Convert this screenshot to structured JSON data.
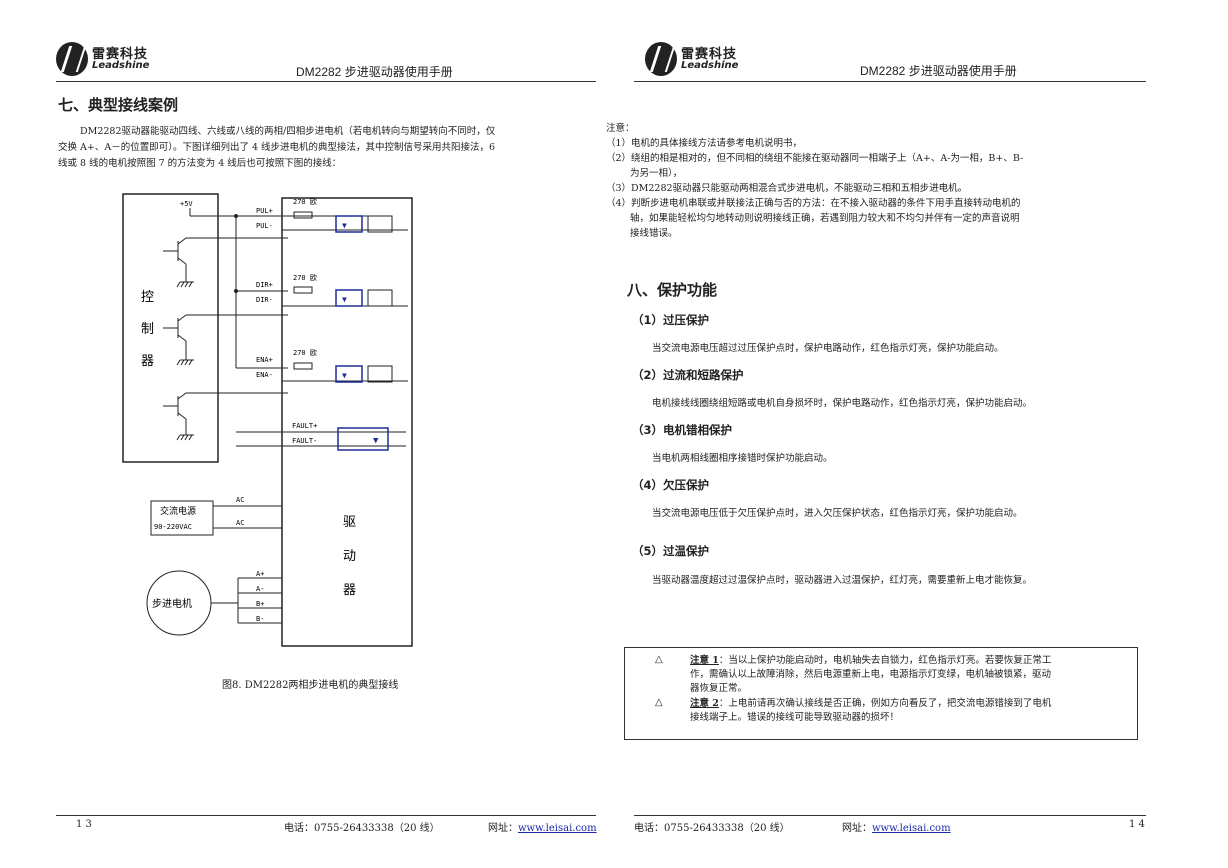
{
  "header": {
    "logo_cn": "雷赛科技",
    "logo_en": "Leadshine",
    "manual_title": "DM2282 步进驱动器使用手册"
  },
  "left": {
    "section_title": "七、典型接线案例",
    "intro_lines": [
      "DM2282驱动器能驱动四线、六线或八线的两相/四相步进电机（若电机转向与期望转向不同时，仅",
      "交换 A+、A－的位置即可）。下图详细列出了 4 线步进电机的典型接法，其中控制信号采用共阳接法，6",
      "线或 8 线的电机按照图 7 的方法变为 4 线后也可按照下图的接线："
    ],
    "diagram": {
      "vcc": "+5V",
      "controller": [
        "控",
        "制",
        "器"
      ],
      "signals": [
        "PUL+",
        "PUL-",
        "DIR+",
        "DIR-",
        "ENA+",
        "ENA-",
        "FAULT+",
        "FAULT-"
      ],
      "resistor": "270 欧",
      "power_box": [
        "交流电源",
        "90-220VAC"
      ],
      "ac": "AC",
      "driver": [
        "驱",
        "动",
        "器"
      ],
      "motor": "步进电机",
      "phases": [
        "A+",
        "A-",
        "B+",
        "B-"
      ]
    },
    "caption": "图8. DM2282两相步进电机的典型接线"
  },
  "right": {
    "notes_title": "注意：",
    "notes": [
      "（1）电机的具体接线方法请参考电机说明书，",
      "（2）绕组的相是相对的，但不同相的绕组不能接在驱动器同一相端子上（A+、A-为一相，B+、B-",
      "为另一相），",
      "（3）DM2282驱动器只能驱动两相混合式步进电机，不能驱动三相和五相步进电机。",
      "（4）判断步进电机串联或并联接法正确与否的方法：在不接入驱动器的条件下用手直接转动电机的",
      "轴，如果能轻松均匀地转动则说明接线正确，若遇到阻力较大和不均匀并伴有一定的声音说明",
      "接线错误。"
    ],
    "section_title": "八、保护功能",
    "items": [
      {
        "title": "（1）过压保护",
        "text": "当交流电源电压超过过压保护点时，保护电路动作，红色指示灯亮，保护功能启动。"
      },
      {
        "title": "（2）过流和短路保护",
        "text": "电机接线线圈绕组短路或电机自身损坏时，保护电路动作，红色指示灯亮，保护功能启动。"
      },
      {
        "title": "（3）电机错相保护",
        "text": "当电机两相线圈相序接错时保护功能启动。"
      },
      {
        "title": "（4）欠压保护",
        "text": "当交流电源电压低于欠压保护点时，进入欠压保护状态，红色指示灯亮，保护功能启动。"
      },
      {
        "title": "（5）过温保护",
        "text": "当驱动器温度超过过温保护点时，驱动器进入过温保护，红灯亮，需要重新上电才能恢复。"
      }
    ],
    "notebox": {
      "symbol": "△",
      "note1_label": "注意 1",
      "note1_lines": [
        "：当以上保护功能启动时，电机轴失去自锁力，红色指示灯亮。若要恢复正常工",
        "作，需确认以上故障消除，然后电源重新上电，电源指示灯变绿，电机轴被锁紧，驱动",
        "器恢复正常。"
      ],
      "note2_label": "注意 2",
      "note2_lines": [
        "：上电前请再次确认接线是否正确，例如方向看反了，把交流电源错接到了电机",
        "接线端子上。错误的接线可能导致驱动器的损坏！"
      ]
    }
  },
  "footer": {
    "page_left": "1 3",
    "page_right": "1 4",
    "phone": "电话：0755-26433338（20 线）",
    "web_label": "网址：",
    "web_url": "www.leisai.com"
  }
}
